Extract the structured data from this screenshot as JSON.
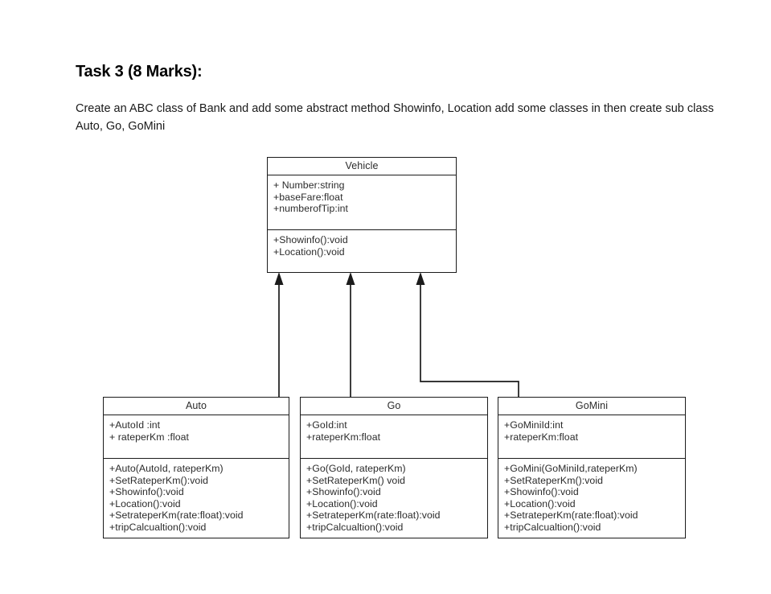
{
  "document": {
    "heading": "Task 3 (8 Marks):",
    "paragraph": "Create an ABC class of Bank and add some abstract method Showinfo, Location add some classes in then create sub class Auto, Go, GoMini"
  },
  "diagram": {
    "type": "uml-class-diagram",
    "relationship": "generalization",
    "line_color": "#1b1b1b",
    "text_color": "#2b2b2b",
    "background": "#ffffff",
    "classes": [
      {
        "id": "vehicle",
        "name": "Vehicle",
        "role": "superclass",
        "attributes": [
          "+ Number:string",
          "+baseFare:float",
          "+numberofTip:int"
        ],
        "operations": [
          "+Showinfo():void",
          "+Location():void"
        ]
      },
      {
        "id": "auto",
        "name": "Auto",
        "role": "subclass",
        "attributes": [
          "+AutoId :int",
          "+ rateperKm :float"
        ],
        "operations": [
          "+Auto(AutoId, rateperKm)",
          "+SetRateperKm():void",
          "+Showinfo():void",
          "+Location():void",
          "+SetrateperKm(rate:float):void",
          "+tripCalcualtion():void"
        ]
      },
      {
        "id": "go",
        "name": "Go",
        "role": "subclass",
        "attributes": [
          "+GoId:int",
          "+rateperKm:float"
        ],
        "operations": [
          "+Go(GoId, rateperKm)",
          "+SetRateperKm() void",
          "+Showinfo():void",
          "+Location():void",
          "+SetrateperKm(rate:float):void",
          "+tripCalcualtion():void"
        ]
      },
      {
        "id": "gomini",
        "name": "GoMini",
        "role": "subclass",
        "attributes": [
          "+GoMiniId:int",
          "+rateperKm:float"
        ],
        "operations": [
          "+GoMini(GoMiniId,rateperKm)",
          "+SetRateperKm():void",
          "+Showinfo():void",
          "+Location():void",
          "+SetrateperKm(rate:float):void",
          "+tripCalcualtion():void"
        ]
      }
    ]
  }
}
